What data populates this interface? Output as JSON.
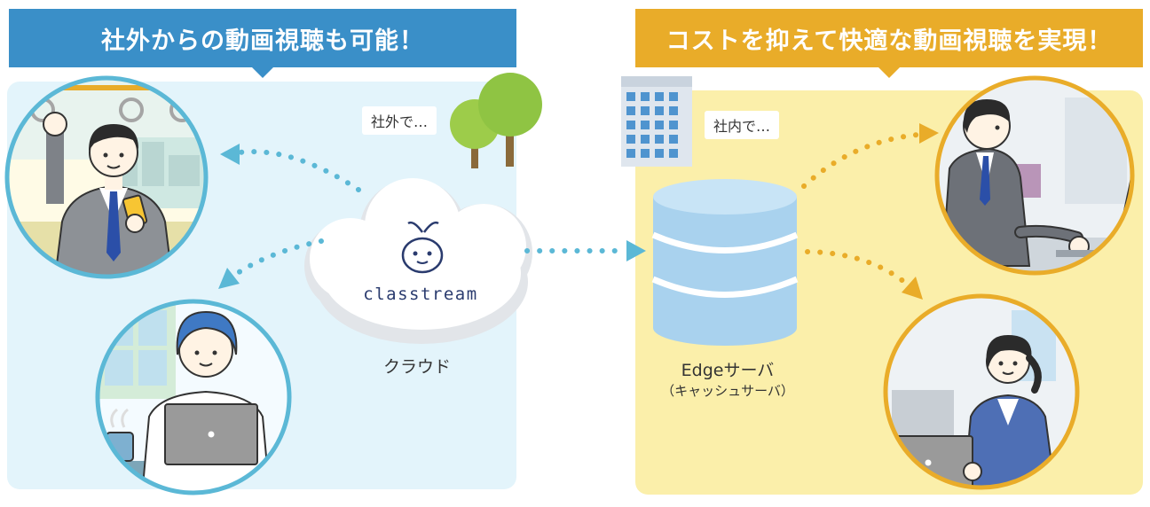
{
  "left_banner": {
    "text": "社外からの動画視聴も可能！",
    "color": "#3a8fc8"
  },
  "right_banner": {
    "text": "コストを抑えて快適な動画視聴を実現！",
    "color": "#e9ac29"
  },
  "left_panel": {
    "color": "#e3f4fb"
  },
  "right_panel": {
    "color": "#fbefaa"
  },
  "outside_tag": "社外で…",
  "inside_tag": "社内で…",
  "cloud": {
    "logo_text": "classtream",
    "label": "クラウド"
  },
  "edge_server": {
    "label": "Edgeサーバ",
    "sublabel": "（キャッシュサーバ）"
  },
  "colors": {
    "blue_arrow": "#5bb8d6",
    "orange_arrow": "#e9ac29",
    "server": "#a9d2ee",
    "logo_navy": "#2a3b6e"
  },
  "icons": [
    "cloud-icon",
    "robot-logo-icon",
    "database-icon",
    "office-building-icon",
    "trees-icon"
  ]
}
